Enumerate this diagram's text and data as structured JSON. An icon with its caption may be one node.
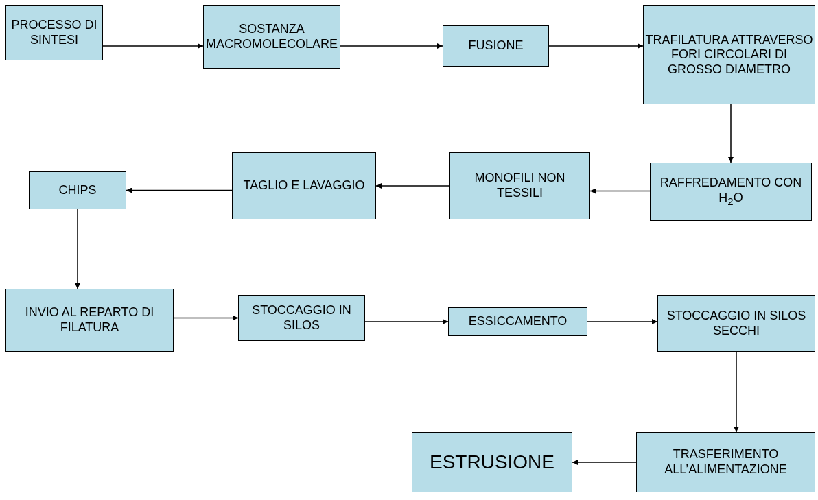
{
  "diagram": {
    "nodes": [
      {
        "text": [
          "PROCESSO DI SINTESI"
        ]
      },
      {
        "text": [
          "SOSTANZA MACROMOLECOLARE"
        ]
      },
      {
        "text": [
          "FUSIONE"
        ]
      },
      {
        "text": [
          "TRAFILATURA ATTRAVERSO FORI CIRCOLARI DI GROSSO DIAMETRO"
        ]
      },
      {
        "text": [
          "RAFFREDAMENTO CON H$_{2}$O"
        ]
      },
      {
        "text": [
          "MONOFILI NON TESSILI"
        ]
      },
      {
        "text": [
          "TAGLIO E LAVAGGIO"
        ]
      },
      {
        "text": [
          "CHIPS"
        ]
      },
      {
        "text": [
          "INVIO AL REPARTO DI FILATURA"
        ]
      },
      {
        "text": [
          "STOCCAGGIO IN SILOS"
        ]
      },
      {
        "text": [
          "ESSICCAMENTO"
        ]
      },
      {
        "text": [
          "STOCCAGGIO IN SILOS SECCHI"
        ]
      },
      {
        "text": [
          "TRASFERIMENTO ALL’ALIMENTAZIONE"
        ]
      },
      {
        "text": [
          "ESTRUSIONE"
        ]
      }
    ],
    "edges": [
      {
        "from": 0,
        "to": 1,
        "arrow": "to"
      },
      {
        "from": 1,
        "to": 2,
        "arrow": "to"
      },
      {
        "from": 2,
        "to": 3,
        "arrow": "to"
      },
      {
        "from": 3,
        "to": 4,
        "arrow": "to"
      },
      {
        "from": 4,
        "to": 5,
        "arrow": "to"
      },
      {
        "from": 5,
        "to": 6,
        "arrow": "to"
      },
      {
        "from": 6,
        "to": 7,
        "arrow": "to"
      },
      {
        "from": 7,
        "to": 8,
        "arrow": "to"
      },
      {
        "from": 8,
        "to": 9,
        "arrow": "to"
      },
      {
        "from": 9,
        "to": 10,
        "arrow": "to"
      },
      {
        "from": 10,
        "to": 11,
        "arrow": "to"
      },
      {
        "from": 11,
        "to": 12,
        "arrow": "to"
      },
      {
        "from": 12,
        "to": 13,
        "arrow": "to"
      }
    ]
  }
}
